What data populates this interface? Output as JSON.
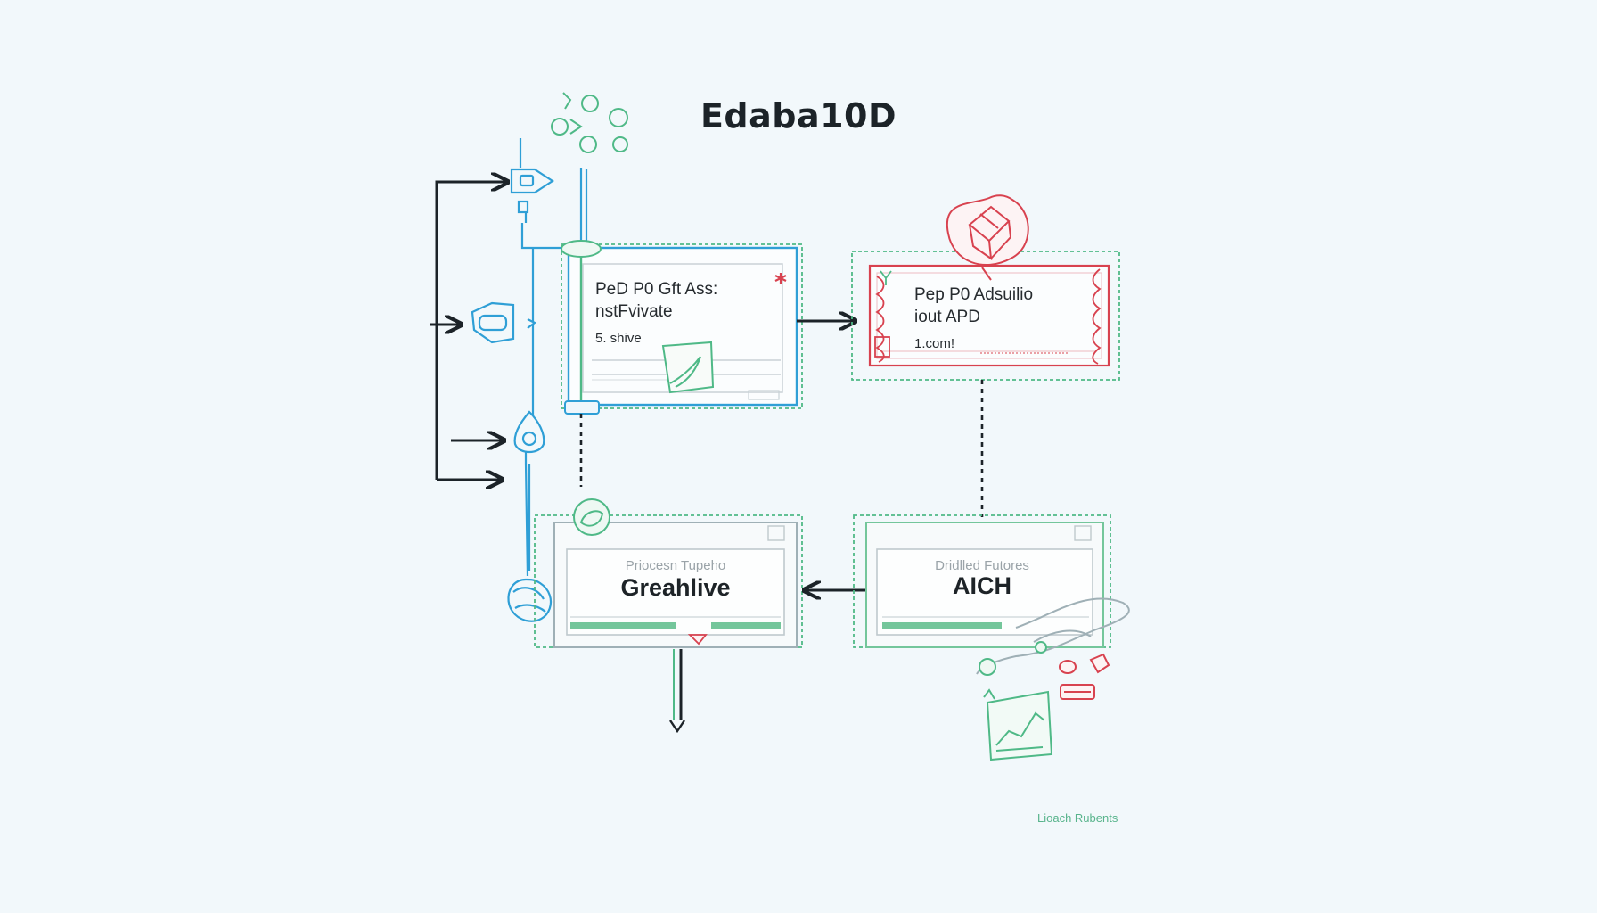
{
  "title": "Edaba10D",
  "nodes": {
    "box1": {
      "line1": "PeD P0 Gft Ass:",
      "line2": "nstFvivate",
      "line3": "5. shive"
    },
    "box2": {
      "line1": "Pep P0 Adsuilio",
      "line2": "iout APD",
      "line3": "1.com!"
    },
    "card3": {
      "subtitle": "Priocesn Tupeho",
      "label": "Greahlive"
    },
    "card4": {
      "subtitle": "Dridlled Futores",
      "label": "AICH"
    }
  },
  "footer": "Lioach Rubents",
  "colors": {
    "background": "#f2f8fb",
    "blue": "#2f9fd6",
    "green": "#4fb987",
    "red": "#d8424f",
    "dark": "#1c2328"
  }
}
